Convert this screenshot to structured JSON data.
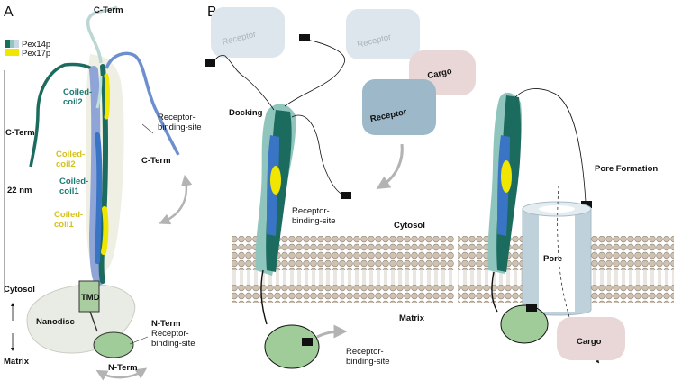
{
  "panels": {
    "a": "A",
    "b": "B"
  },
  "legend": {
    "pex14": "Pex14p",
    "pex17": "Pex17p"
  },
  "panel_a": {
    "cterm_top": "C-Term",
    "cterm_left": "C-Term",
    "cterm_right": "C-Term",
    "cc2_green_1": "Coiled-",
    "cc2_green_2": "coil2",
    "cc2_yellow_1": "Coiled-",
    "cc2_yellow_2": "coil2",
    "cc1_green_1": "Coiled-",
    "cc1_green_2": "coil1",
    "cc1_yellow_1": "Coiled-",
    "cc1_yellow_2": "coil1",
    "rbs_1": "Receptor-",
    "rbs_2": "binding-site",
    "scale": "22 nm",
    "cytosol": "Cytosol",
    "matrix": "Matrix",
    "tmd": "TMD",
    "nanodisc": "Nanodisc",
    "nterm_right": "N-Term",
    "nterm_rbs_1": "Receptor-",
    "nterm_rbs_2": "binding-site",
    "nterm_bottom": "N-Term"
  },
  "panel_b": {
    "receptor_faded_1": "Receptor",
    "receptor_faded_2": "Receptor",
    "cargo_top": "Cargo",
    "receptor_main": "Receptor",
    "docking": "Docking",
    "rbs_upper_1": "Receptor-",
    "rbs_upper_2": "binding-site",
    "cytosol": "Cytosol",
    "matrix": "Matrix",
    "rbs_lower_1": "Receptor-",
    "rbs_lower_2": "binding-site",
    "pore_formation": "Pore Formation",
    "pore": "Pore",
    "cargo_bottom": "Cargo"
  },
  "colors": {
    "pex14_dark": "#1c6b5f",
    "pex14_mid": "#3a74c4",
    "pex14_light": "#8fc5bc",
    "pex17": "#f1e600",
    "receptor": "#9db9c9",
    "receptor_faded": "#dde6ec",
    "cargo": "#e9d7d7",
    "nterm_domain": "#9fcc98",
    "lipid_head": "#cdbfae",
    "nanodisc": "#e9ece4",
    "pore": "#bfd1db"
  }
}
